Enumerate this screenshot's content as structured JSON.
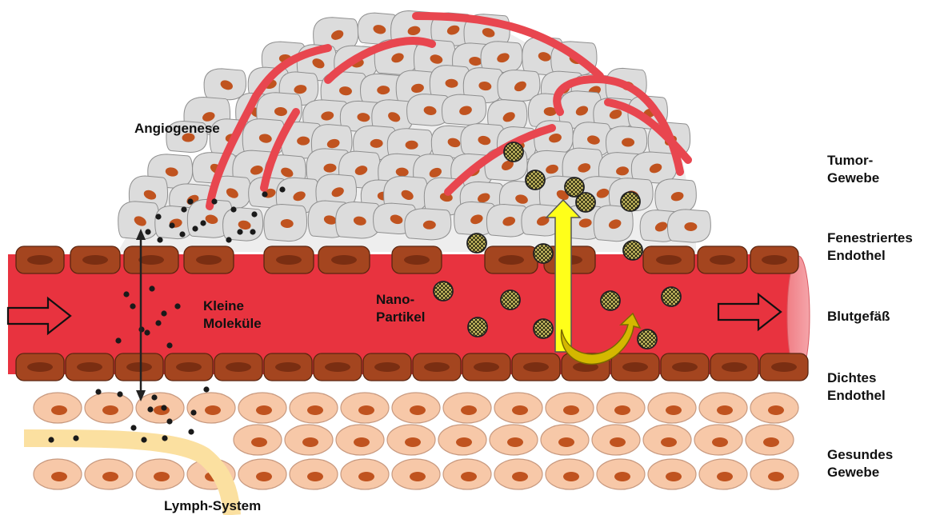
{
  "labels": {
    "angiogenese": "Angiogenese",
    "kleine_molekuele": "Kleine\nMoleküle",
    "nano_partikel": "Nano-\nPartikel",
    "lymph_system": "Lymph-System"
  },
  "side_labels": {
    "tumor_gewebe": "Tumor-\nGewebe",
    "fenestriertes_endothel": "Fenestriertes\nEndothel",
    "blutgefaess": "Blutgefäß",
    "dichtes_endothel": "Dichtes\nEndothel",
    "gesundes_gewebe": "Gesundes\nGewebe"
  },
  "colors": {
    "blood": "#e8333f",
    "endothelium": "#a4451f",
    "tumor_cell": "#dcdcdc",
    "healthy_cell": "#f7c8a8",
    "nucleus": "#c0531f",
    "lymph": "#fbe0a0",
    "arrow_yellow": "#ffff1a",
    "nanoparticle": "#9a8a1a"
  },
  "icons": [
    "flow-arrow-icon",
    "double-arrow-icon",
    "up-arrow-icon",
    "curved-arrow-icon",
    "nanoparticle-icon"
  ]
}
